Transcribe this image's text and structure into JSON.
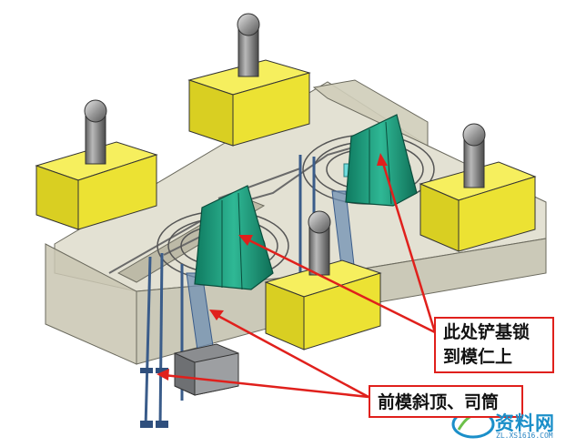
{
  "callouts": {
    "lock": {
      "line1": "此处铲基锁",
      "line2": "到模仁上"
    },
    "lifter": {
      "text": "前模斜顶、司筒"
    }
  },
  "watermark": {
    "text": "资料网",
    "url": "ZL.XS1616.COM"
  },
  "colors": {
    "mold_base": "#d3d1bf",
    "yellow_block": "#ece233",
    "lifter_green": "#1e9e7c",
    "callout_border": "#e0201c",
    "arrow": "#e0201c",
    "watermark": "#1b8fc9"
  }
}
